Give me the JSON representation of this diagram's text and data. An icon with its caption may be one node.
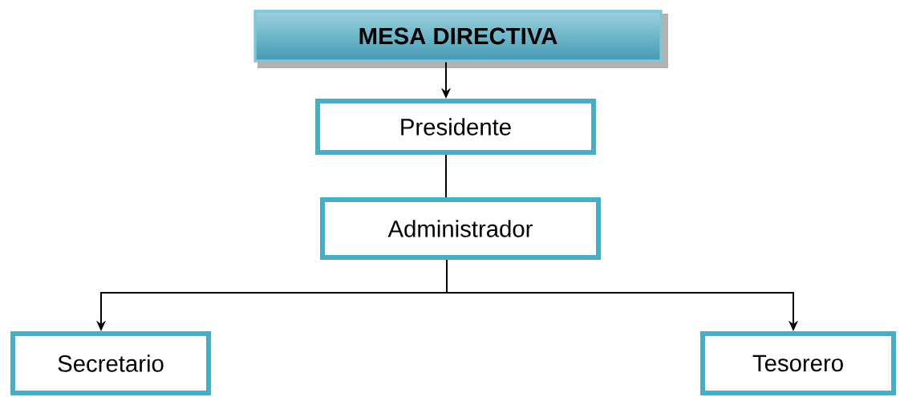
{
  "diagram": {
    "nodes": [
      {
        "text": [
          "MESA DIRECTIVA"
        ]
      },
      {
        "text": [
          "Presidente"
        ]
      },
      {
        "text": [
          "Administrador"
        ]
      },
      {
        "text": [
          "Secretario"
        ]
      },
      {
        "text": [
          "Tesorero"
        ]
      }
    ],
    "edges": [
      {
        "from": 0,
        "to": 1,
        "arrow": "to"
      },
      {
        "from": 1,
        "to": 2,
        "arrow": "none"
      },
      {
        "from": 2,
        "to": 3,
        "arrow": "to"
      },
      {
        "from": 2,
        "to": 4,
        "arrow": "to"
      }
    ]
  }
}
